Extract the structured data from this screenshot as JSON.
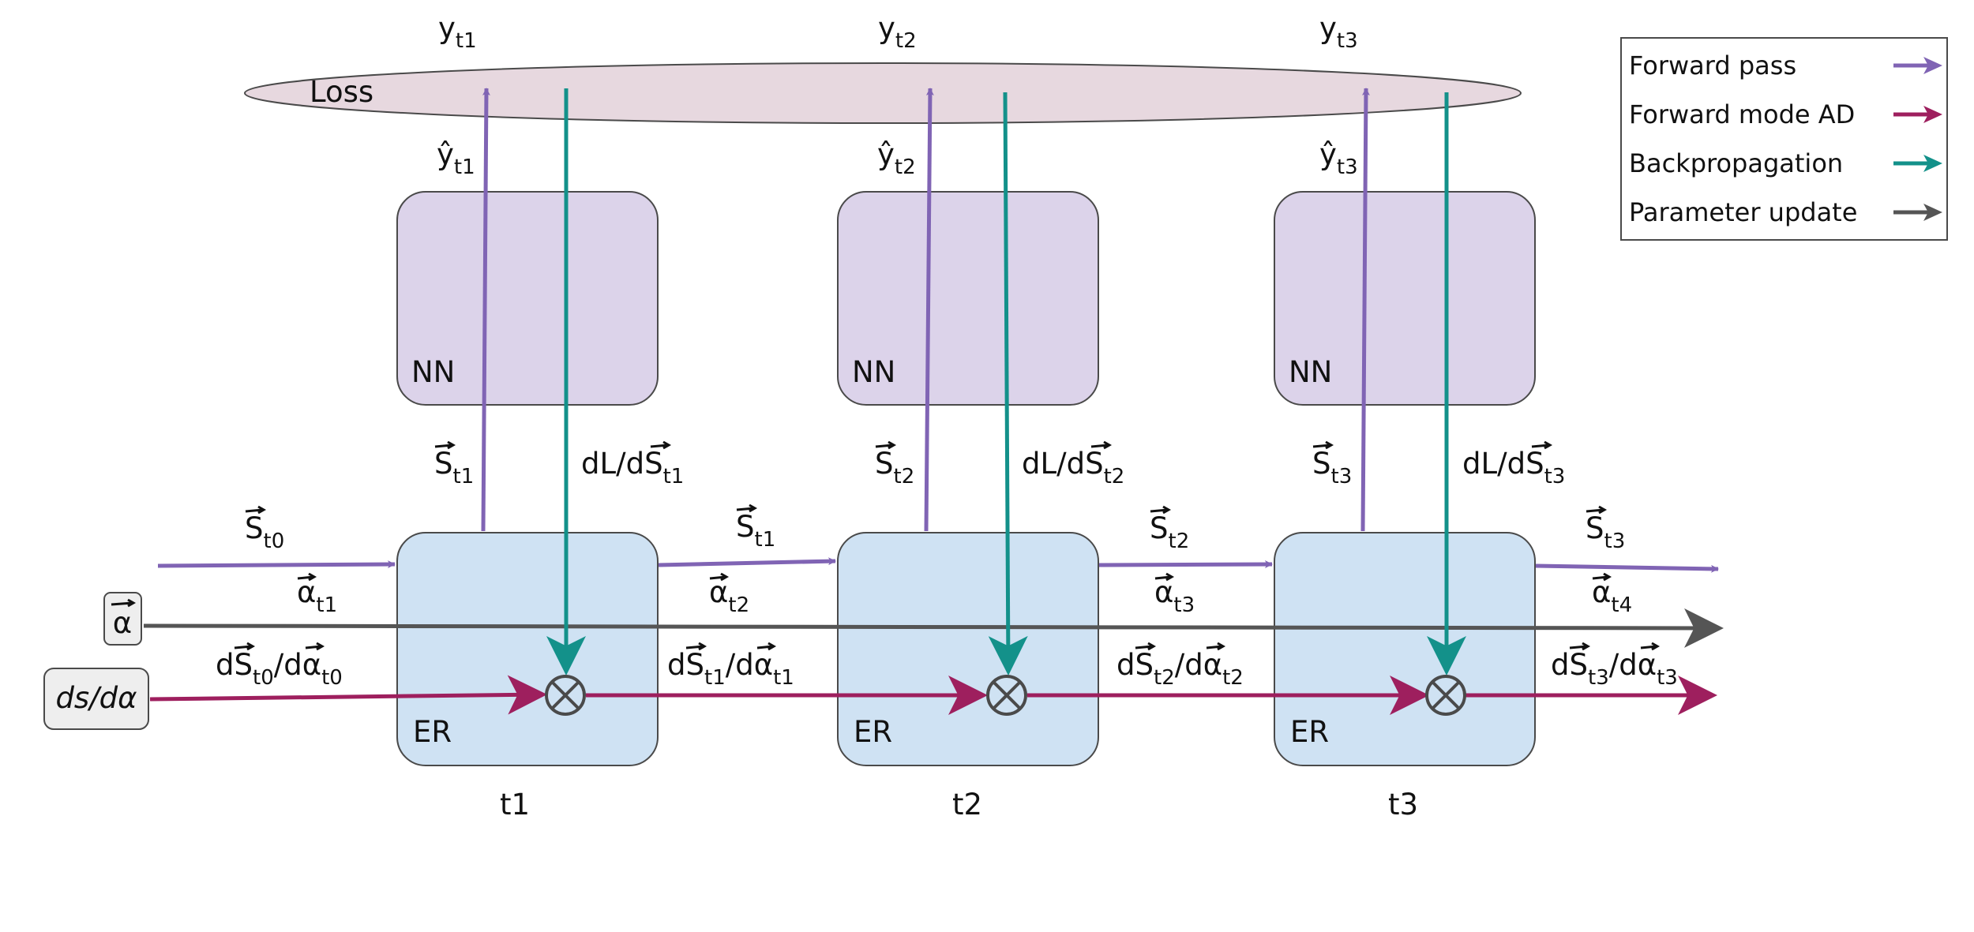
{
  "colors": {
    "forward_pass": "#8064b4",
    "forward_ad": "#9e1f5e",
    "backprop": "#13918a",
    "param_update": "#555555",
    "nn_fill": "#dcd3ea",
    "er_fill": "#cfe2f3",
    "loss_fill": "#e7d8df",
    "stroke": "#4a4a4a"
  },
  "icons": {
    "multiply": "circled-times-icon",
    "vector_arrow": "vector-arrow-accent-icon"
  },
  "loss": {
    "label": "Loss"
  },
  "blocks": [
    {
      "nn_label": "NN",
      "er_label": "ER",
      "time_label": "t1",
      "y_label": "y",
      "y_sub": "t1",
      "yhat_label": "ŷ",
      "yhat_sub": "t1",
      "s_label": "S",
      "s_sub": "t1",
      "dl_label_prefix": "dL/d",
      "dl_label_var": "S",
      "dl_sub": "t1"
    },
    {
      "nn_label": "NN",
      "er_label": "ER",
      "time_label": "t2",
      "y_label": "y",
      "y_sub": "t2",
      "yhat_label": "ŷ",
      "yhat_sub": "t2",
      "s_label": "S",
      "s_sub": "t2",
      "dl_label_prefix": "dL/d",
      "dl_label_var": "S",
      "dl_sub": "t2"
    },
    {
      "nn_label": "NN",
      "er_label": "ER",
      "time_label": "t3",
      "y_label": "y",
      "y_sub": "t3",
      "yhat_label": "ŷ",
      "yhat_sub": "t3",
      "s_label": "S",
      "s_sub": "t3",
      "dl_label_prefix": "dL/d",
      "dl_label_var": "S",
      "dl_sub": "t3"
    }
  ],
  "state_flow": [
    {
      "var": "S",
      "sub": "t0"
    },
    {
      "var": "S",
      "sub": "t1"
    },
    {
      "var": "S",
      "sub": "t2"
    },
    {
      "var": "S",
      "sub": "t3"
    }
  ],
  "alpha_flow": [
    {
      "var": "α",
      "sub": "t1"
    },
    {
      "var": "α",
      "sub": "t2"
    },
    {
      "var": "α",
      "sub": "t3"
    },
    {
      "var": "α",
      "sub": "t4"
    }
  ],
  "deriv_flow": [
    {
      "d1": "d",
      "v1": "S",
      "s1": "t0",
      "d2": "/d",
      "v2": "α",
      "s2": "t0"
    },
    {
      "d1": "d",
      "v1": "S",
      "s1": "t1",
      "d2": "/d",
      "v2": "α",
      "s2": "t1"
    },
    {
      "d1": "d",
      "v1": "S",
      "s1": "t2",
      "d2": "/d",
      "v2": "α",
      "s2": "t2"
    },
    {
      "d1": "d",
      "v1": "S",
      "s1": "t3",
      "d2": "/d",
      "v2": "α",
      "s2": "t3"
    }
  ],
  "inputs": {
    "alpha_box": "α",
    "deriv_box_d1": "ds",
    "deriv_box_d2": "/dα"
  },
  "legend": {
    "items": [
      {
        "label": "Forward pass",
        "color_key": "forward_pass"
      },
      {
        "label": "Forward mode AD",
        "color_key": "forward_ad"
      },
      {
        "label": "Backpropagation",
        "color_key": "backprop"
      },
      {
        "label": "Parameter update",
        "color_key": "param_update"
      }
    ]
  }
}
